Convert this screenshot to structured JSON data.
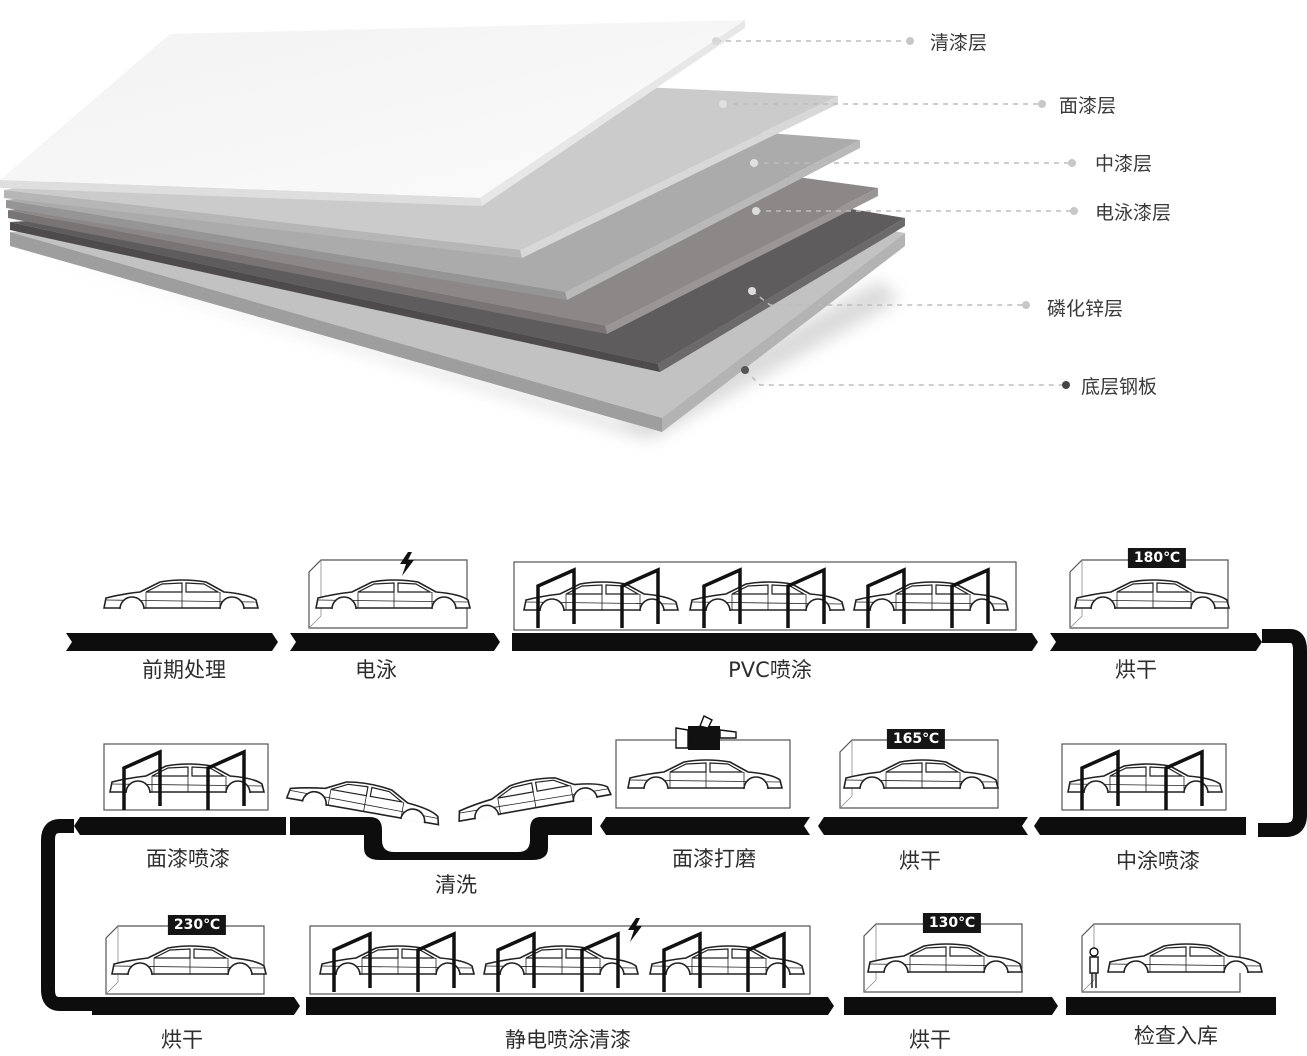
{
  "layers": [
    {
      "label": "清漆层",
      "color": "#f4f4f4"
    },
    {
      "label": "面漆层",
      "color": "#c9c9c9"
    },
    {
      "label": "中漆层",
      "color": "#a9a9a9"
    },
    {
      "label": "电泳漆层",
      "color": "#8a8686"
    },
    {
      "label": "磷化锌层",
      "color": "#5c5a5b"
    },
    {
      "label": "底层钢板",
      "color": "#bdbdbd"
    }
  ],
  "process": {
    "row1": [
      {
        "label": "前期处理"
      },
      {
        "label": "电泳"
      },
      {
        "label": "PVC喷涂"
      },
      {
        "label": "烘干",
        "temperature": "180℃"
      }
    ],
    "row2": [
      {
        "label": "面漆喷漆"
      },
      {
        "label": "清洗"
      },
      {
        "label": "面漆打磨"
      },
      {
        "label": "烘干",
        "temperature": "165℃"
      },
      {
        "label": "中涂喷漆"
      }
    ],
    "row3": [
      {
        "label": "烘干",
        "temperature": "230℃"
      },
      {
        "label": "静电喷涂清漆"
      },
      {
        "label": "烘干",
        "temperature": "130℃"
      },
      {
        "label": "检查入库"
      }
    ]
  }
}
